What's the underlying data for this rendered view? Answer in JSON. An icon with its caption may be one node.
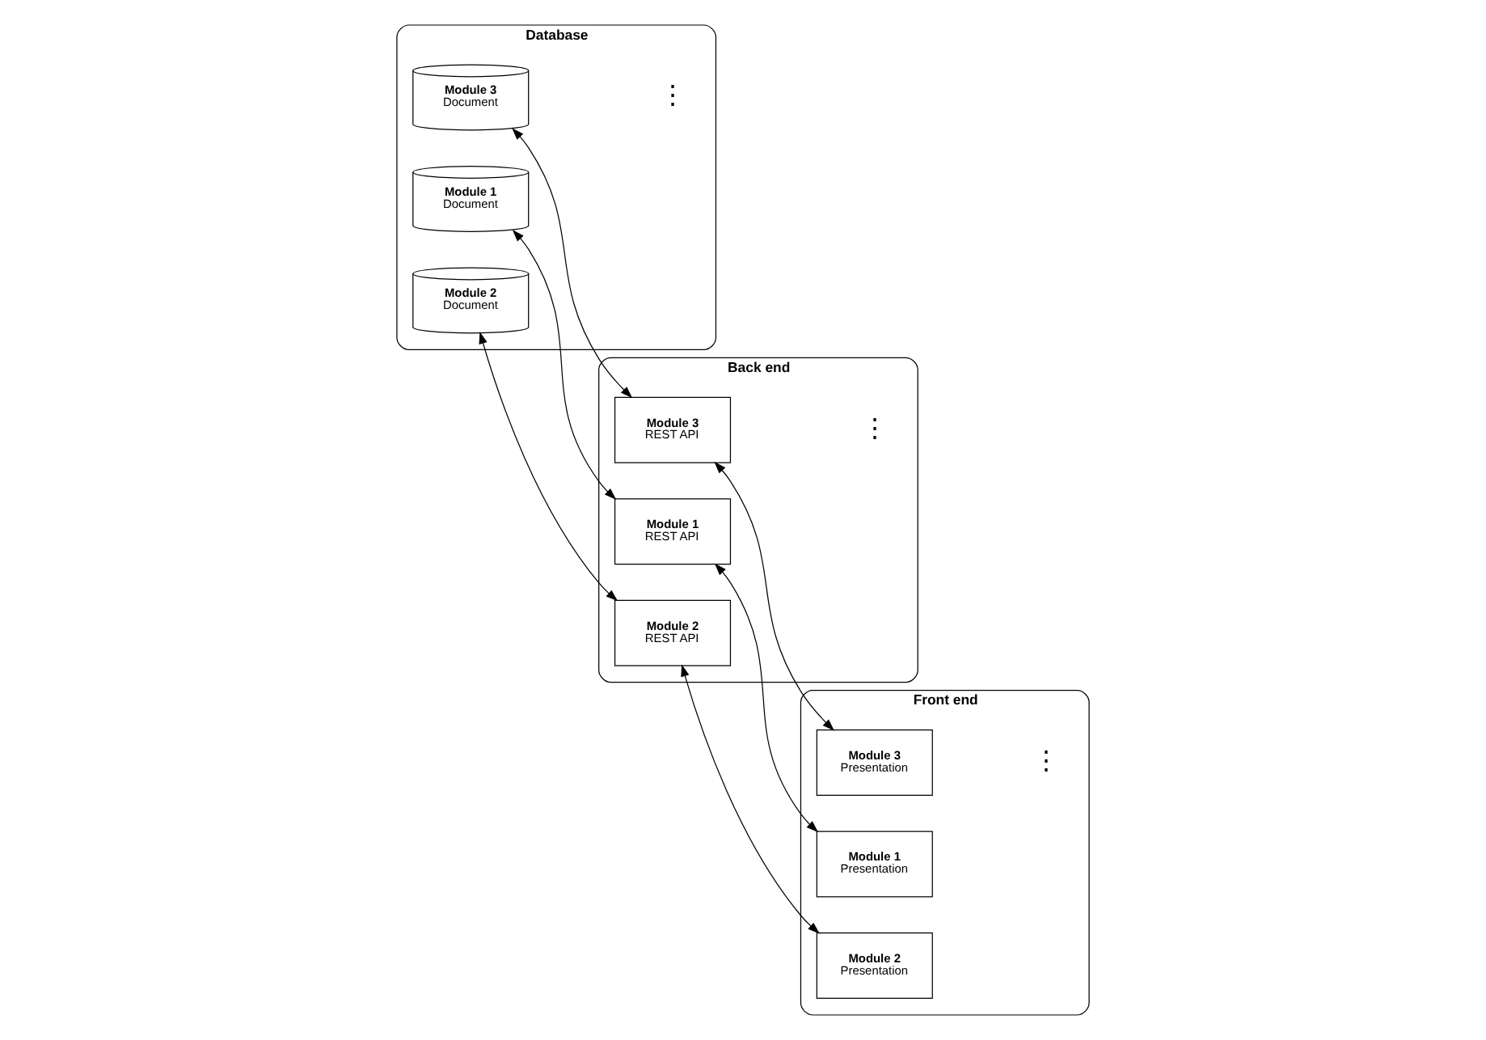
{
  "diagram": {
    "nodes": [
      {
        "text": [
          "Database"
        ]
      },
      {
        "text": [
          "Module 1",
          "Document"
        ],
        "in": 0
      },
      {
        "text": [
          "Module 2",
          "Document"
        ],
        "in": 0
      },
      {
        "text": [
          "Module 3",
          "Document"
        ],
        "in": 0
      },
      {
        "text": [
          "Back end"
        ]
      },
      {
        "text": [
          "Module 1",
          "REST API"
        ],
        "in": 4
      },
      {
        "text": [
          "Module 2",
          "REST API"
        ],
        "in": 4
      },
      {
        "text": [
          "Module 3",
          "REST API"
        ],
        "in": 4
      },
      {
        "text": [
          "Front end"
        ]
      },
      {
        "text": [
          "Module 1",
          "Presentation"
        ],
        "in": 8
      },
      {
        "text": [
          "Module 2",
          "Presentation"
        ],
        "in": 8
      },
      {
        "text": [
          "Module 3",
          "Presentation"
        ],
        "in": 8
      }
    ],
    "edges": [
      {
        "from": 1,
        "to": 5,
        "arrow": "both"
      },
      {
        "from": 5,
        "to": 9,
        "arrow": "both"
      },
      {
        "from": 2,
        "to": 6,
        "arrow": "both"
      },
      {
        "from": 6,
        "to": 10,
        "arrow": "both"
      },
      {
        "from": 3,
        "to": 7,
        "arrow": "both"
      },
      {
        "from": 7,
        "to": 11,
        "arrow": "both"
      }
    ],
    "labels": [
      "⋮",
      "⋮",
      "⋮"
    ]
  }
}
